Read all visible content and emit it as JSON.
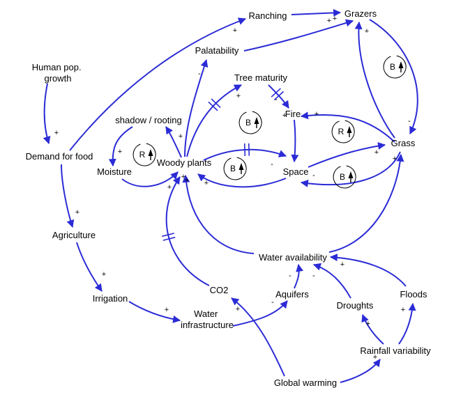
{
  "diagram": {
    "title": "",
    "colors": {
      "edge": "#2b2bd6",
      "text": "#000000",
      "loop": "#000000",
      "background": "#ffffff"
    }
  },
  "nodes": {
    "human_pop": [
      "Human pop.",
      "growth"
    ],
    "ranching": "Ranching",
    "grazers": "Grazers",
    "palatability": "Palatability",
    "tree_maturity": "Tree maturity",
    "shadow_rooting": "shadow / rooting",
    "fire": "Fire",
    "demand_food": "Demand for food",
    "grass": "Grass",
    "moisture": "Moisture",
    "woody_plants": "Woody plants",
    "space": "Space",
    "agriculture": "Agriculture",
    "water_availability": "Water availability",
    "irrigation": "Irrigation",
    "co2": "CO2",
    "aquifers": "Aquifers",
    "droughts": "Droughts",
    "floods": "Floods",
    "water_infra": [
      "Water",
      "infrastructure"
    ],
    "rainfall_var": "Rainfall variability",
    "global_warming": "Global warming"
  },
  "edges": [
    {
      "from": "human_pop",
      "to": "demand_food",
      "polarity": "+"
    },
    {
      "from": "demand_food",
      "to": "ranching",
      "polarity": "+"
    },
    {
      "from": "demand_food",
      "to": "agriculture",
      "polarity": "+"
    },
    {
      "from": "ranching",
      "to": "grazers",
      "polarity": "+"
    },
    {
      "from": "palatability",
      "to": "grazers",
      "polarity": "+"
    },
    {
      "from": "grazers",
      "to": "grass",
      "polarity": "-"
    },
    {
      "from": "grass",
      "to": "grazers",
      "polarity": "+"
    },
    {
      "from": "woody_plants",
      "to": "palatability",
      "polarity": "-"
    },
    {
      "from": "woody_plants",
      "to": "tree_maturity",
      "polarity": "+",
      "delay": true
    },
    {
      "from": "tree_maturity",
      "to": "fire",
      "polarity": "-",
      "delay": true
    },
    {
      "from": "woody_plants",
      "to": "shadow_rooting",
      "polarity": "+"
    },
    {
      "from": "shadow_rooting",
      "to": "moisture",
      "polarity": "+"
    },
    {
      "from": "moisture",
      "to": "woody_plants",
      "polarity": "+"
    },
    {
      "from": "woody_plants",
      "to": "space",
      "polarity": "-",
      "delay": true
    },
    {
      "from": "space",
      "to": "woody_plants",
      "polarity": "+"
    },
    {
      "from": "grass",
      "to": "fire",
      "polarity": "+"
    },
    {
      "from": "fire",
      "to": "space",
      "polarity": "+"
    },
    {
      "from": "space",
      "to": "grass",
      "polarity": "+"
    },
    {
      "from": "grass",
      "to": "space",
      "polarity": "-"
    },
    {
      "from": "water_availability",
      "to": "woody_plants",
      "polarity": "+"
    },
    {
      "from": "water_availability",
      "to": "grass",
      "polarity": "+"
    },
    {
      "from": "co2",
      "to": "woody_plants",
      "polarity": "+",
      "delay": true
    },
    {
      "from": "agriculture",
      "to": "irrigation",
      "polarity": "+"
    },
    {
      "from": "irrigation",
      "to": "water_infra",
      "polarity": "+"
    },
    {
      "from": "water_infra",
      "to": "aquifers",
      "polarity": "-"
    },
    {
      "from": "aquifers",
      "to": "water_availability",
      "polarity": "-"
    },
    {
      "from": "droughts",
      "to": "water_availability",
      "polarity": "-"
    },
    {
      "from": "floods",
      "to": "water_availability",
      "polarity": "+"
    },
    {
      "from": "rainfall_var",
      "to": "droughts",
      "polarity": "+"
    },
    {
      "from": "rainfall_var",
      "to": "floods",
      "polarity": "+"
    },
    {
      "from": "global_warming",
      "to": "rainfall_var",
      "polarity": "+"
    },
    {
      "from": "global_warming",
      "to": "co2",
      "polarity": "+"
    }
  ],
  "loops": [
    {
      "id": "loop-grazers-grass",
      "type": "B"
    },
    {
      "id": "loop-moisture",
      "type": "R"
    },
    {
      "id": "loop-tree-maturity",
      "type": "B"
    },
    {
      "id": "loop-fire",
      "type": "R"
    },
    {
      "id": "loop-woody-space",
      "type": "B"
    },
    {
      "id": "loop-space-grass",
      "type": "B"
    }
  ]
}
